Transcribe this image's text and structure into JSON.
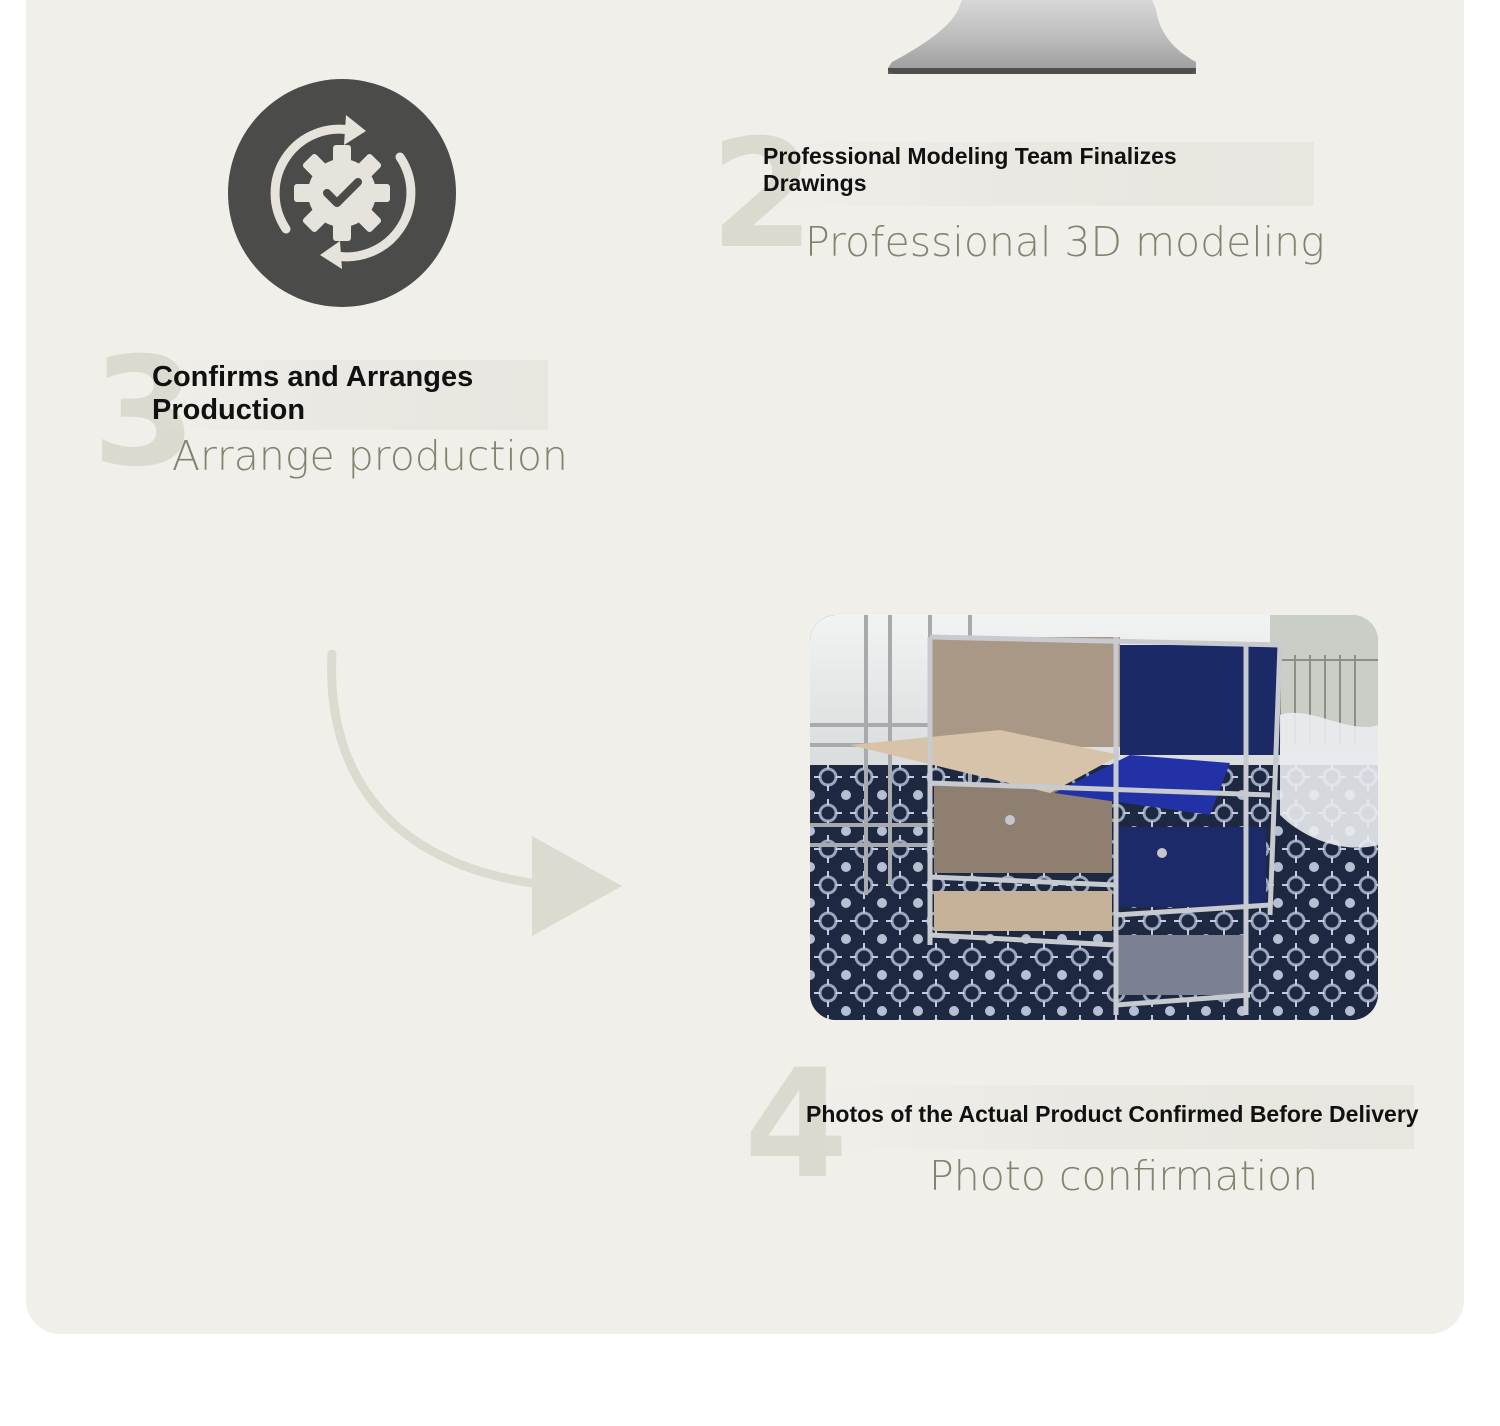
{
  "steps": [
    {
      "number": "2",
      "title": "Professional Modeling Team Finalizes Drawings",
      "subtitle": "Professional 3D modeling"
    },
    {
      "number": "3",
      "title": "Confirms and Arranges Production",
      "subtitle": "Arrange production",
      "icon": "gear-check-refresh-icon"
    },
    {
      "number": "4",
      "title": "Photos of the Actual Product Confirmed Before Delivery",
      "subtitle": "Photo confirmation",
      "image": "modular-furniture-cabinet-photo"
    }
  ],
  "colors": {
    "panel_background": "#f1efe9",
    "icon_circle": "#4b4b4a",
    "big_number": "#dcd9cf",
    "subtitle_text": "#86826f",
    "arrow": "#dddbd0"
  }
}
